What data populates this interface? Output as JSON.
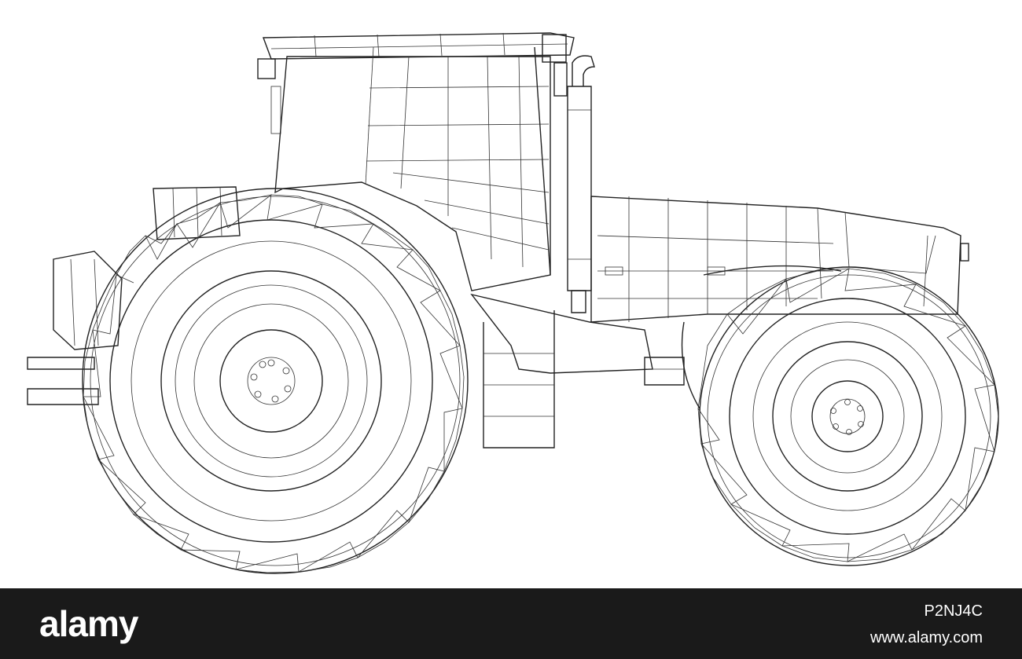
{
  "footer": {
    "brand": "alamy",
    "image_id": "P2NJ4C",
    "site": "www.alamy.com",
    "background": "#1a1a1a",
    "text_color": "#ffffff"
  },
  "illustration": {
    "subject": "tractor-wireframe",
    "stroke_color": "#222222",
    "background": "#ffffff"
  }
}
